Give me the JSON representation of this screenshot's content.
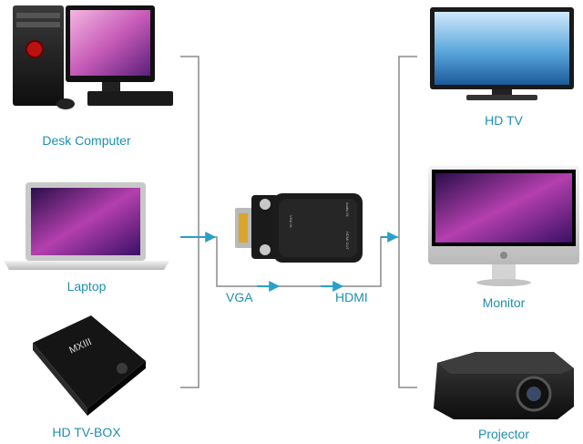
{
  "sources": [
    {
      "label": "Desk Computer",
      "icon": "desktop-computer-icon"
    },
    {
      "label": "Laptop",
      "icon": "laptop-icon"
    },
    {
      "label": "HD TV-BOX",
      "icon": "tv-box-icon"
    }
  ],
  "outputs": [
    {
      "label": "HD TV",
      "icon": "hd-tv-icon"
    },
    {
      "label": "Monitor",
      "icon": "monitor-icon"
    },
    {
      "label": "Projector",
      "icon": "projector-icon"
    }
  ],
  "adapter": {
    "input_label": "VGA",
    "output_label": "HDMI",
    "device_text": {
      "vga_in": "VGA IN",
      "hdmi_out": "HDMI OUT",
      "audio_in": "Audio IN"
    }
  },
  "tvbox_brand": "MXIII",
  "colors": {
    "label": "#1f8fae",
    "line": "#8a8a8a",
    "arrow": "#2aa0c8"
  }
}
